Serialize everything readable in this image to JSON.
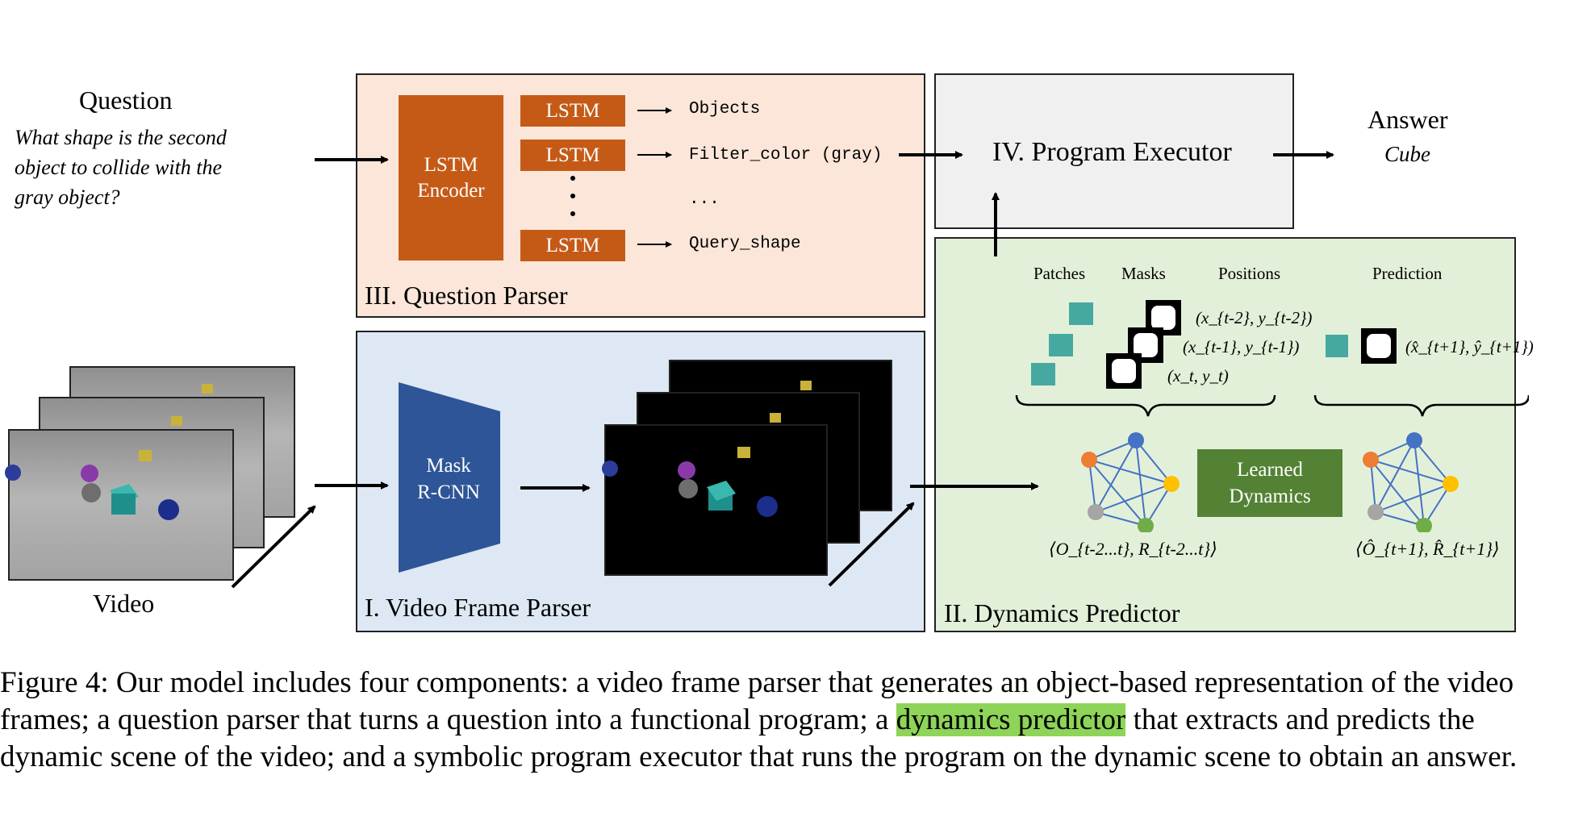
{
  "question": {
    "heading": "Question",
    "lines": [
      "What shape is the second",
      "object to collide with the",
      "gray object?"
    ]
  },
  "video": {
    "label": "Video"
  },
  "question_parser": {
    "title": "III. Question Parser",
    "encoder_lines": [
      "LSTM",
      "Encoder"
    ],
    "lstm_label": "LSTM",
    "outputs": [
      "Objects",
      "Filter_color (gray)",
      "...",
      "Query_shape"
    ]
  },
  "program_executor": {
    "title": "IV. Program Executor"
  },
  "answer": {
    "heading": "Answer",
    "value": "Cube"
  },
  "video_frame_parser": {
    "title": "I. Video Frame Parser",
    "mask_rcnn_lines": [
      "Mask",
      "R-CNN"
    ]
  },
  "dynamics_predictor": {
    "title": "II. Dynamics Predictor",
    "headers": [
      "Patches",
      "Masks",
      "Positions",
      "Prediction"
    ],
    "positions": [
      "(x_{t-2}, y_{t-2})",
      "(x_{t-1}, y_{t-1})",
      "(x_t, y_t)"
    ],
    "prediction_position": "(x̂_{t+1}, ŷ_{t+1})",
    "learned_dynamics_lines": [
      "Learned",
      "Dynamics"
    ],
    "graph_in_label": "⟨O_{t-2...t}, R_{t-2...t}⟩",
    "graph_out_label": "⟨Ô_{t+1}, R̂_{t+1}⟩"
  },
  "caption": {
    "before": "Figure 4: Our model includes four components: a video frame parser that generates an object-based representation of the video frames; a question parser that turns a question into a functional program; a ",
    "highlight": "dynamics predictor",
    "after": " that extracts and predicts the dynamic scene of the video; and a symbolic program executor that runs the program on the dynamic scene to obtain an answer."
  },
  "colors": {
    "orange": "#c55a17",
    "mask_rcnn_blue": "#2e5597",
    "learned_dynamics_green": "#548235",
    "highlight_green": "#8dd458",
    "graph_edge_blue": "#4472c4",
    "node_orange": "#ed7d31",
    "node_blue": "#4472c4",
    "node_yellow": "#ffc000",
    "node_green": "#70ad47",
    "node_gray": "#a5a5a5"
  }
}
